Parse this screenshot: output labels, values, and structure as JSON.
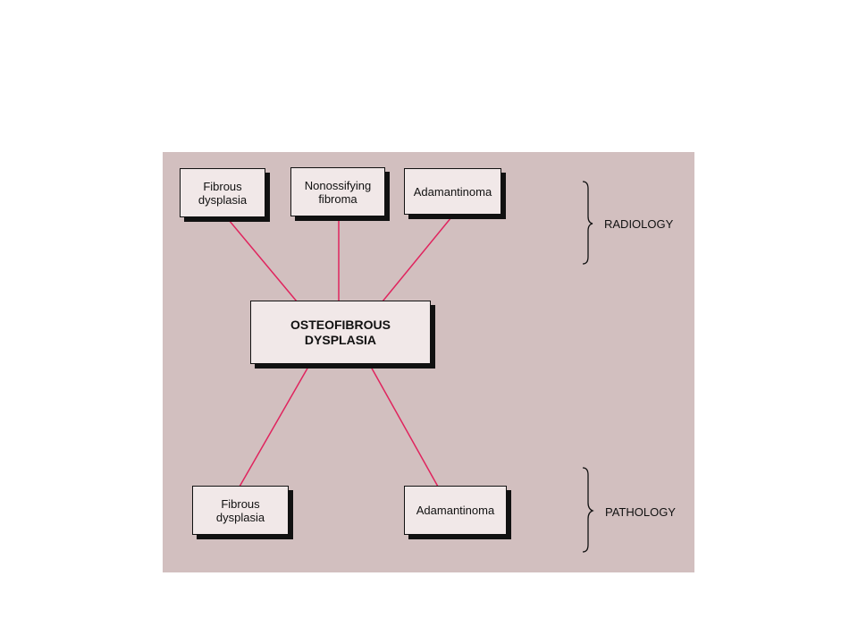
{
  "nodes": {
    "radiology_fibrous": "Fibrous\ndysplasia",
    "radiology_nonossifying": "Nonossifying\nfibroma",
    "radiology_adamantinoma": "Adamantinoma",
    "center": "OSTEOFIBROUS\nDYSPLASIA",
    "pathology_fibrous": "Fibrous\ndysplasia",
    "pathology_adamantinoma": "Adamantinoma"
  },
  "labels": {
    "radiology": "RADIOLOGY",
    "pathology": "PATHOLOGY"
  },
  "colors": {
    "panel": "#d2bfbf",
    "box": "#f1e8e8",
    "connector": "#e0245e",
    "shadow": "#111111"
  }
}
